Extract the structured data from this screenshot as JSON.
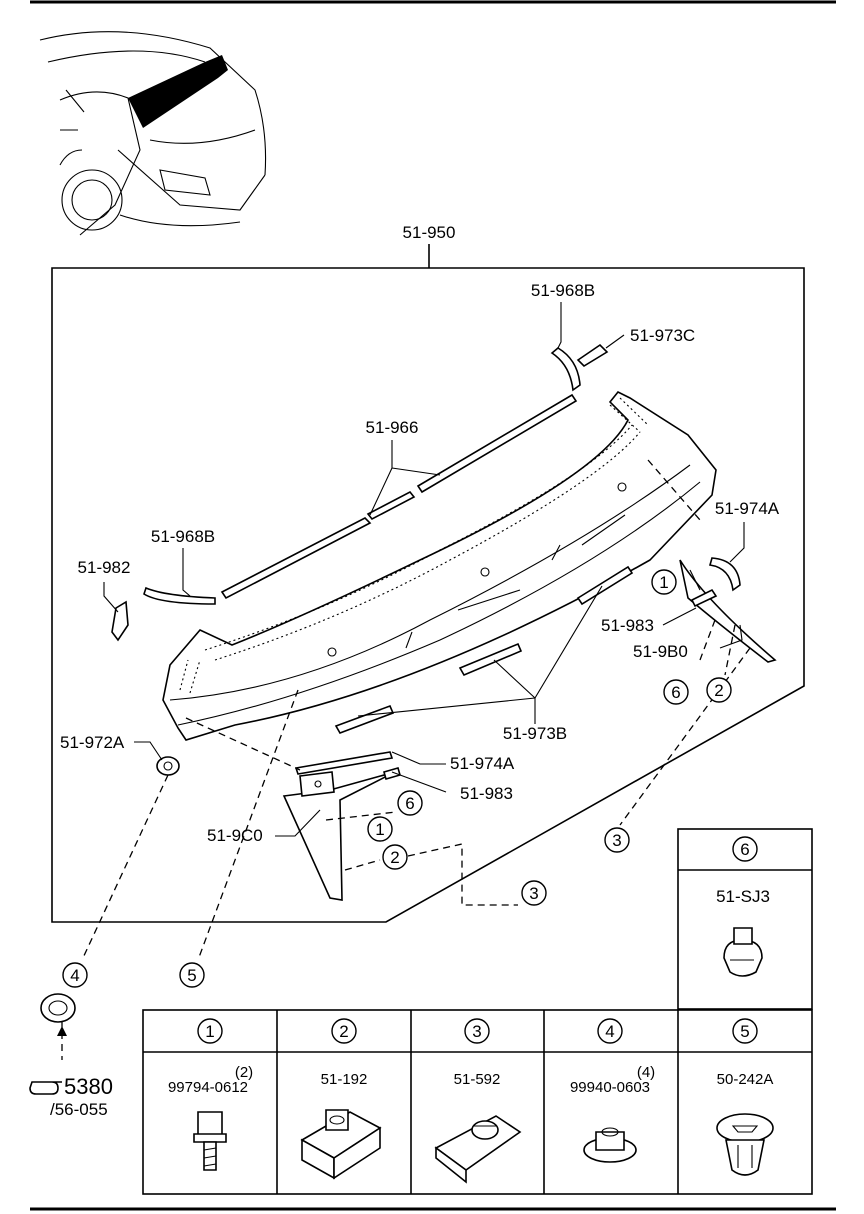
{
  "assembly": {
    "label": "51-950"
  },
  "callouts": {
    "p968b_top": "51-968B",
    "p973c": "51-973C",
    "p966": "51-966",
    "p974a_right": "51-974A",
    "p968b_left": "51-968B",
    "p982": "51-982",
    "p983_right": "51-983",
    "p9b0": "51-9B0",
    "p972a": "51-972A",
    "p973b": "51-973B",
    "p974a_lower": "51-974A",
    "p983_lower": "51-983",
    "p9c0": "51-9C0"
  },
  "markers": [
    "1",
    "2",
    "3",
    "4",
    "5",
    "6"
  ],
  "reference": {
    "code": "5380",
    "sub": "/56-055"
  },
  "inset6": {
    "number": "6",
    "part": "51-SJ3"
  },
  "fastener_table": [
    {
      "number": "1",
      "part": "99794-0612",
      "qty": "(2)"
    },
    {
      "number": "2",
      "part": "51-192",
      "qty": ""
    },
    {
      "number": "3",
      "part": "51-592",
      "qty": ""
    },
    {
      "number": "4",
      "part": "99940-0603",
      "qty": "(4)"
    },
    {
      "number": "5",
      "part": "50-242A",
      "qty": ""
    }
  ]
}
